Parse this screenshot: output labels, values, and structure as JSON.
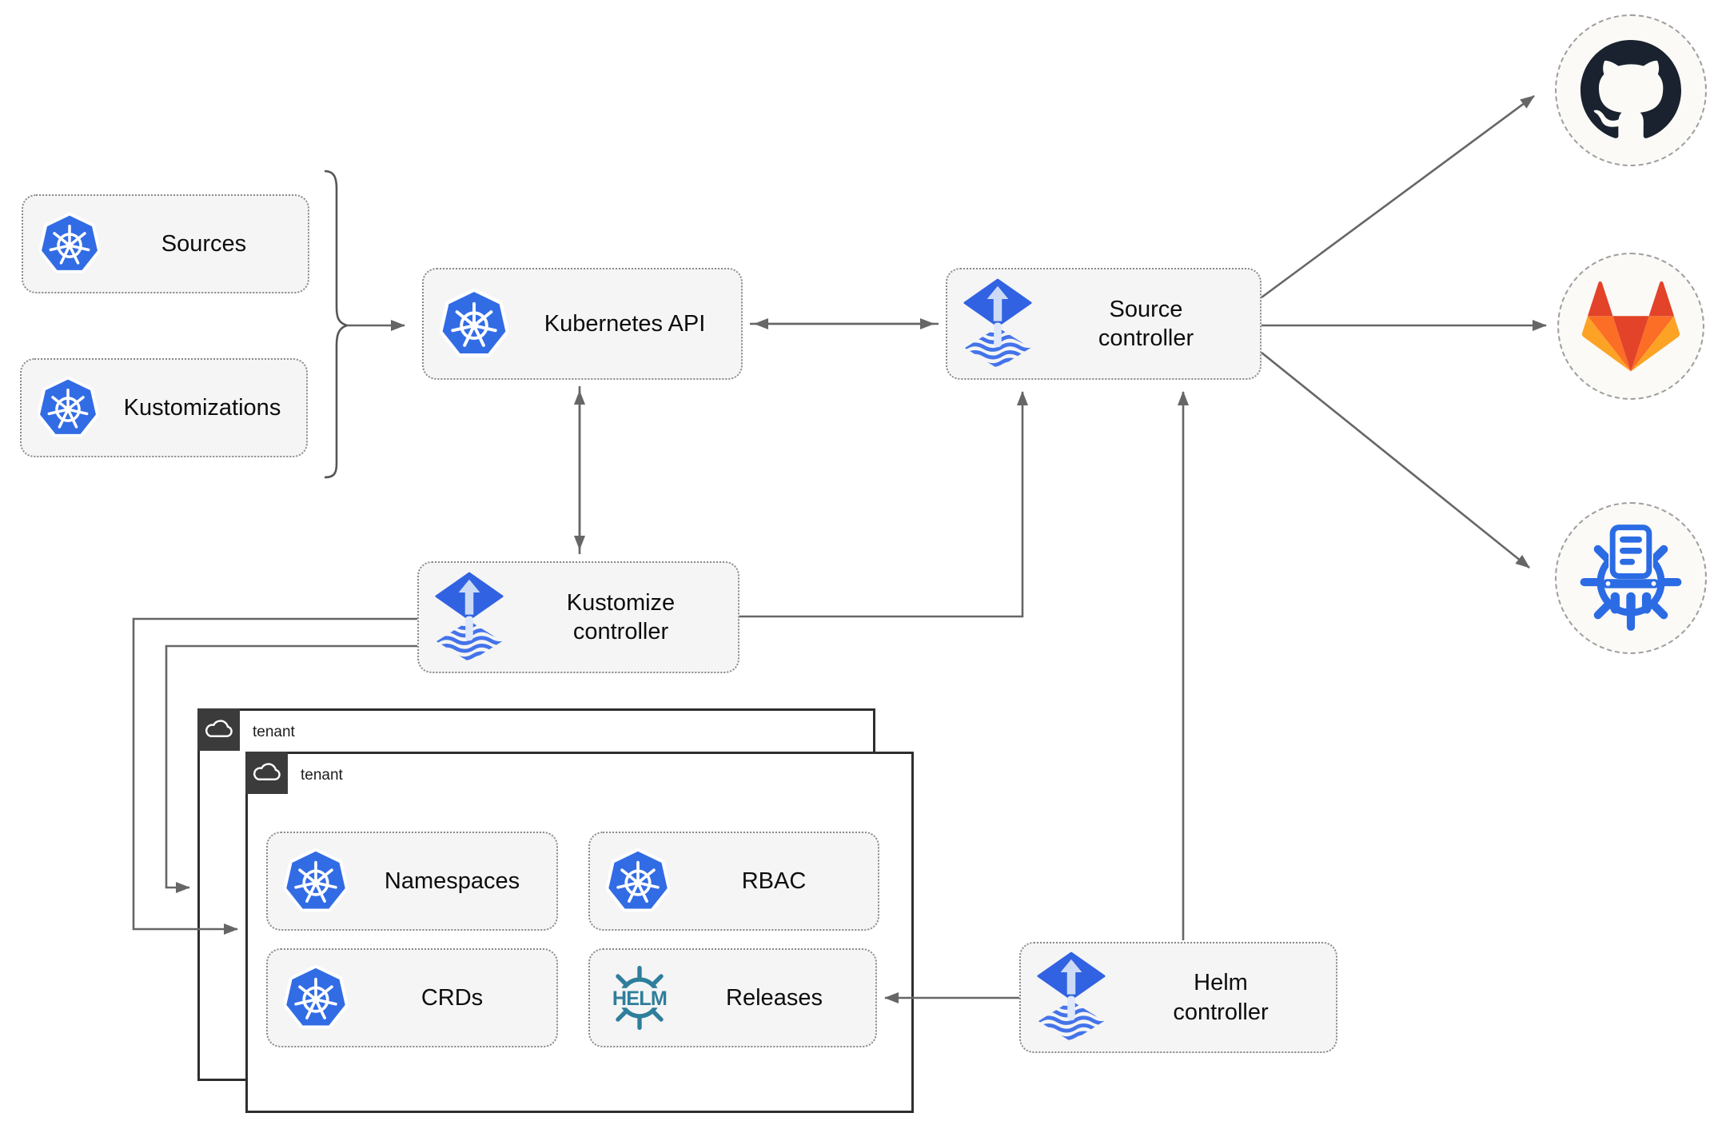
{
  "diagram": {
    "nodes": {
      "sources": {
        "label": "Sources",
        "icon": "kubernetes-icon"
      },
      "kustomizations": {
        "label": "Kustomizations",
        "icon": "kubernetes-icon"
      },
      "kubernetes_api": {
        "label": "Kubernetes API",
        "icon": "kubernetes-icon"
      },
      "source_controller": {
        "label": "Source controller",
        "icon": "flux-icon"
      },
      "kustomize_controller": {
        "label": "Kustomize controller",
        "icon": "flux-icon"
      },
      "helm_controller": {
        "label": "Helm controller",
        "icon": "flux-icon"
      },
      "namespaces": {
        "label": "Namespaces",
        "icon": "kubernetes-icon"
      },
      "rbac": {
        "label": "RBAC",
        "icon": "kubernetes-icon"
      },
      "crds": {
        "label": "CRDs",
        "icon": "kubernetes-icon"
      },
      "releases": {
        "label": "Releases",
        "icon": "helm-icon"
      }
    },
    "groups": {
      "tenant_back": {
        "label": "tenant",
        "icon": "cloud-icon"
      },
      "tenant_front": {
        "label": "tenant",
        "icon": "cloud-icon"
      }
    },
    "endpoints": {
      "github": {
        "icon": "github-icon"
      },
      "gitlab": {
        "icon": "gitlab-icon"
      },
      "registry": {
        "icon": "container-registry-icon"
      }
    },
    "logo_text": {
      "helm": "HELM"
    },
    "edges": [
      {
        "from": "sources+kustomizations",
        "to": "kubernetes_api",
        "style": "arrow"
      },
      {
        "from": "kubernetes_api",
        "to": "source_controller",
        "style": "double-arrow"
      },
      {
        "from": "kubernetes_api",
        "to": "kustomize_controller",
        "style": "double-arrow"
      },
      {
        "from": "kustomize_controller",
        "to": "source_controller",
        "style": "arrow"
      },
      {
        "from": "kustomize_controller",
        "to": "tenant_front",
        "style": "arrow"
      },
      {
        "from": "kustomize_controller",
        "to": "tenant_back",
        "style": "arrow"
      },
      {
        "from": "helm_controller",
        "to": "source_controller",
        "style": "arrow"
      },
      {
        "from": "helm_controller",
        "to": "releases",
        "style": "arrow"
      },
      {
        "from": "source_controller",
        "to": "github",
        "style": "arrow"
      },
      {
        "from": "source_controller",
        "to": "gitlab",
        "style": "arrow"
      },
      {
        "from": "source_controller",
        "to": "registry",
        "style": "arrow"
      }
    ],
    "colors": {
      "kubernetes_blue": "#326ce5",
      "flux_blue": "#3162e2",
      "flux_light_arrow": "#ccdaf6",
      "helm_teal": "#2e7e9c",
      "github_dark": "#19222e",
      "gitlab_red": "#e24329",
      "gitlab_orange": "#fc6d26",
      "gitlab_yellow": "#fca326",
      "registry_blue": "#2b6be4",
      "arrow_gray": "#666666",
      "node_fill": "#f5f5f5",
      "tenant_dark": "#3b3b3b"
    }
  }
}
